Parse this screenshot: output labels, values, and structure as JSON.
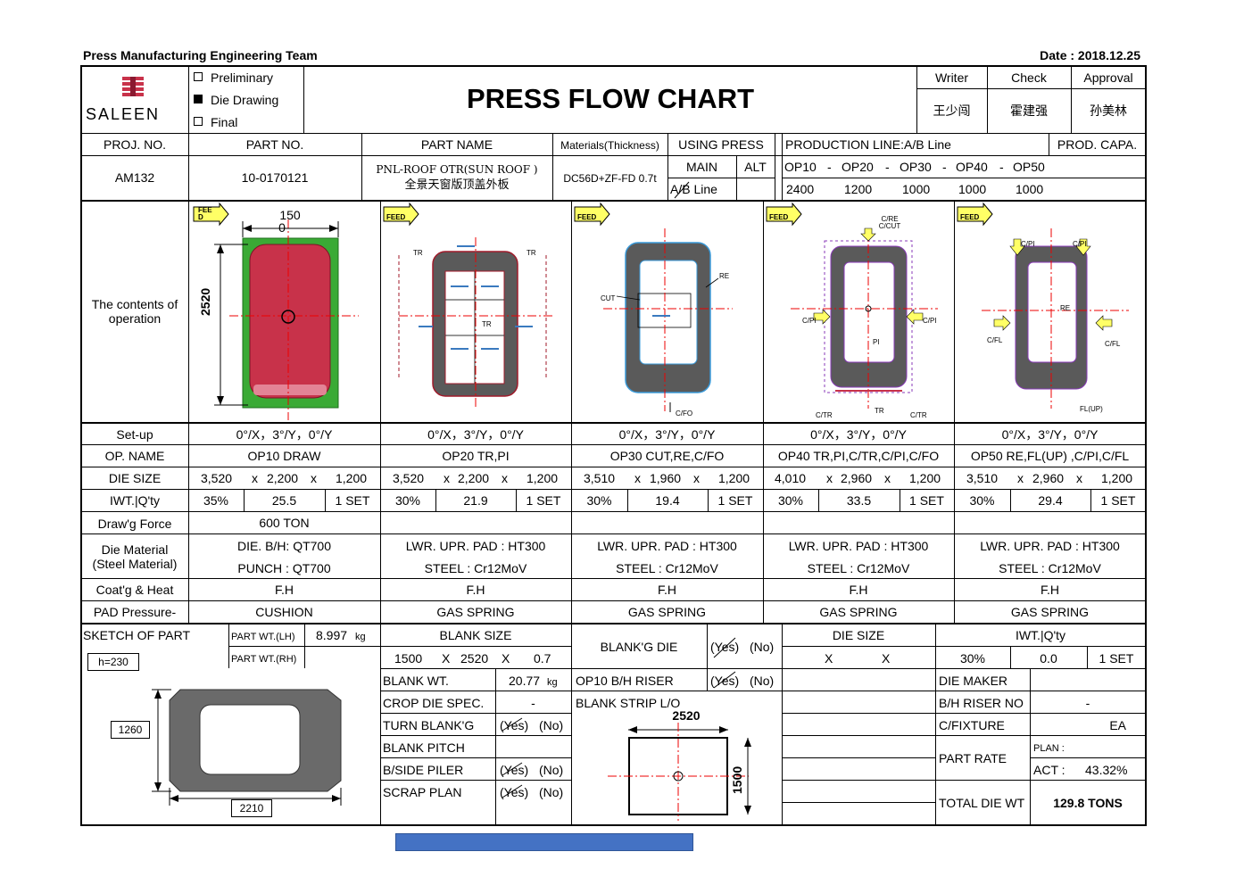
{
  "header": {
    "team": "Press Manufacturing Engineering Team",
    "date": "Date : 2018.12.25",
    "title": "PRESS FLOW CHART",
    "logo_text": "SALEEN",
    "checkboxes": [
      {
        "label": "Preliminary",
        "checked": false
      },
      {
        "label": "Die Drawing",
        "checked": true
      },
      {
        "label": "Final",
        "checked": false
      }
    ],
    "sign": {
      "writer_label": "Writer",
      "check_label": "Check",
      "approval_label": "Approval",
      "writer": "王少闯",
      "check": "霍建强",
      "approval": "孙美林"
    }
  },
  "info": {
    "proj_no_label": "PROJ.  NO.",
    "part_no_label": "PART NO.",
    "part_name_label": "PART NAME",
    "materials_label": "Materials(Thickness)",
    "using_press_label": "USING PRESS",
    "production_line_label": "PRODUCTION LINE:A/B Line",
    "prod_capa_label": "PROD. CAPA.",
    "proj_no": "AM132",
    "part_no": "10-0170121",
    "part_name_en": "PNL-ROOF OTR(SUN ROOF )",
    "part_name_cn": "全景天窗版顶盖外板",
    "material": "DC56D+ZF-FD  0.7t",
    "main": "MAIN",
    "alt": "ALT",
    "ab_line": "A/B Line",
    "ops": [
      "OP10",
      "-",
      "OP20",
      "-",
      "OP30",
      "-",
      "OP40",
      "-",
      "OP50"
    ],
    "capa": [
      "2400",
      "1200",
      "1000",
      "1000",
      "1000"
    ]
  },
  "contents_label": "The contents of operation",
  "diagram": {
    "feed": "FEED",
    "feed_first": "FEE D",
    "dim_w": "150",
    "dim_w2": "0",
    "dim_h": "2520",
    "op20_labels": [
      "TR",
      "TR",
      "TR"
    ],
    "op30_labels": [
      "RE",
      "CUT",
      "C/FO"
    ],
    "op40_labels": [
      "C/RE C/CUT",
      "C/PI",
      "C/PI",
      "PI",
      "C/TR",
      "TR",
      "C/TR"
    ],
    "op50_labels": [
      "C/PI",
      "C/PI",
      "RE",
      "C/FL",
      "C/FL",
      "FL(UP)"
    ]
  },
  "rows": {
    "setup_label": "Set-up",
    "setup": [
      "0°/X，3°/Y，0°/Y",
      "0°/X，3°/Y，0°/Y",
      "0°/X，3°/Y，0°/Y",
      "0°/X，3°/Y，0°/Y",
      "0°/X，3°/Y，0°/Y"
    ],
    "opname_label": "OP. NAME",
    "opname": [
      "OP10 DRAW",
      "OP20 TR,PI",
      "OP30 CUT,RE,C/FO",
      "OP40  TR,PI,C/TR,C/PI,C/FO",
      "OP50  RE,FL(UP) ,C/PI,C/FL"
    ],
    "diesize_label": "DIE SIZE",
    "diesize": [
      [
        "3,520",
        "x",
        "2,200",
        "x",
        "1,200"
      ],
      [
        "3,520",
        "x",
        "2,200",
        "x",
        "1,200"
      ],
      [
        "3,510",
        "x",
        "1,960",
        "x",
        "1,200"
      ],
      [
        "4,010",
        "x",
        "2,960",
        "x",
        "1,200"
      ],
      [
        "3,510",
        "x",
        "2,960",
        "x",
        "1,200"
      ]
    ],
    "iwt_label": "IWT.|Q'ty",
    "iwt": [
      [
        "35%",
        "25.5",
        "1 SET"
      ],
      [
        "30%",
        "21.9",
        "1 SET"
      ],
      [
        "30%",
        "19.4",
        "1 SET"
      ],
      [
        "30%",
        "33.5",
        "1 SET"
      ],
      [
        "30%",
        "29.4",
        "1 SET"
      ]
    ],
    "drawforce_label": "Draw'g Force",
    "drawforce": "600 TON",
    "diematerial_label1": "Die Material",
    "diematerial_label2": "(Steel Material)",
    "diematerial_op10": [
      "DIE. B/H:  QT700",
      "PUNCH : QT700"
    ],
    "diematerial_other": [
      "LWR. UPR. PAD : HT300",
      "STEEL : Cr12MoV"
    ],
    "coat_label": "Coat'g & Heat",
    "coat": "F.H",
    "pad_label": "PAD Pressure-",
    "pad": [
      "CUSHION",
      "GAS SPRING",
      "GAS SPRING",
      "GAS SPRING",
      "GAS SPRING"
    ]
  },
  "bottom": {
    "sketch_label": "SKETCH OF PART",
    "h_label": "h=230",
    "dim_1260": "1260",
    "dim_2210": "2210",
    "part_wt_lh_label": "PART WT.(LH)",
    "part_wt_lh": "8.997",
    "part_wt_unit": "kg",
    "part_wt_rh_label": "PART WT.(RH)",
    "blank_size_label": "BLANK SIZE",
    "blank_size": [
      "1500",
      "X",
      "2520",
      "X",
      "0.7"
    ],
    "blank_wt_label": "BLANK WT.",
    "blank_wt": "20.77",
    "blank_wt_unit": "kg",
    "crop_label": "CROP DIE SPEC.",
    "crop_value": "-",
    "turn_label": "TURN BLANK'G",
    "pitch_label": "BLANK PITCH",
    "side_label": "B/SIDE PILER",
    "scrap_label": "SCRAP PLAN",
    "yes": "(Yes)",
    "no": "(No)",
    "blankg_die_label": "BLANK'G DIE",
    "op10_riser_label": "OP10 B/H RISER",
    "strip_label": "BLANK STRIP L/O",
    "strip_w": "2520",
    "strip_h": "1500",
    "die_size_label": "DIE SIZE",
    "die_size_x": [
      "X",
      "X"
    ],
    "iwt_label": "IWT.|Q'ty",
    "iwt_values": [
      "30%",
      "0.0",
      "1 SET"
    ],
    "die_maker_label": "DIE MAKER",
    "bh_riser_label": "B/H RISER NO",
    "bh_riser_value": "-",
    "cfixture_label": "C/FIXTURE",
    "cfixture_value": "EA",
    "part_rate_label": "PART RATE",
    "plan_label": "PLAN :",
    "act_label": "ACT :",
    "act_value": "43.32%",
    "total_die_label": "TOTAL DIE WT",
    "total_die_value": "129.8 TONS"
  },
  "colors": {
    "blank_green": "#3aaa35",
    "part_red": "#c8324a",
    "part_dark": "#5a5a5a",
    "feed_yellow": "#ffff66",
    "footer_bar": "#4472c4"
  }
}
